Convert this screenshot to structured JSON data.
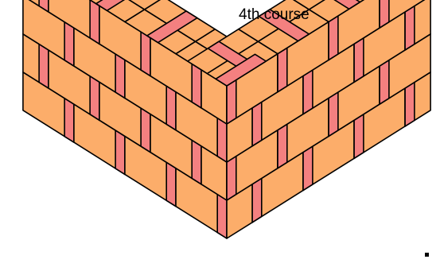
{
  "caption": "4th course",
  "colors": {
    "stretcher": "#FCAD6A",
    "header": "#F48080",
    "outline": "#000000",
    "background": "#FFFFFF"
  },
  "courses": {
    "count": 4,
    "left_wall_bricks_per_course": 4,
    "right_wall_bricks_per_course": 4
  }
}
